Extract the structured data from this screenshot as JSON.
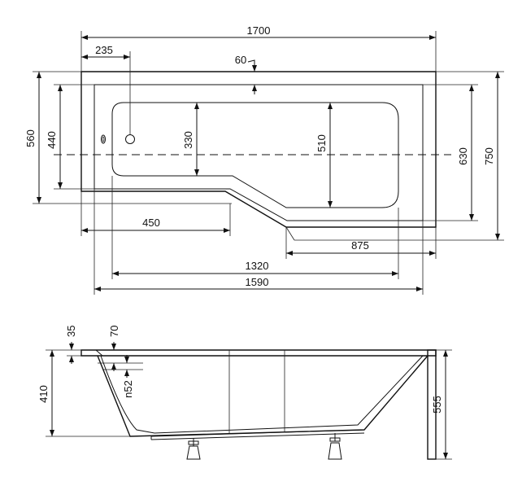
{
  "top_view": {
    "dim_overall_length": "1700",
    "dim_tap_offset": "235",
    "dim_rim": "60",
    "dim_width_narrow": "560",
    "dim_inner_narrow": "440",
    "dim_basin_narrow": "330",
    "dim_basin_wide": "510",
    "dim_inner_wide": "630",
    "dim_width_wide": "750",
    "dim_narrow_section": "450",
    "dim_wide_section": "875",
    "dim_inner_basin_length": "1320",
    "dim_inner_length": "1590"
  },
  "side_view": {
    "dim_rim_thickness": "35",
    "dim_overflow_offset": "70",
    "dim_height": "410",
    "dim_overflow_height": "n52",
    "dim_panel_height": "555"
  }
}
